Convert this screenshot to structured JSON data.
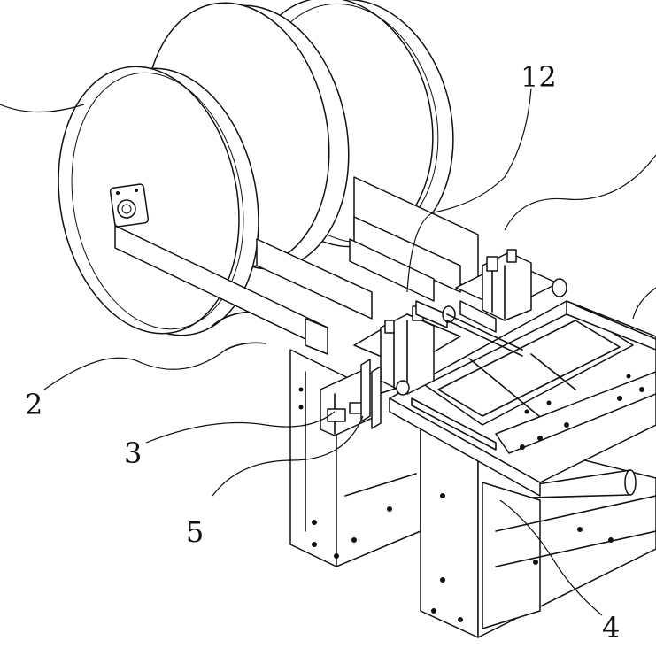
{
  "callouts": {
    "label_2": "2",
    "label_3": "3",
    "label_4": "4",
    "label_5": "5",
    "label_12": "12"
  },
  "colors": {
    "line": "#111111",
    "background": "#ffffff"
  }
}
